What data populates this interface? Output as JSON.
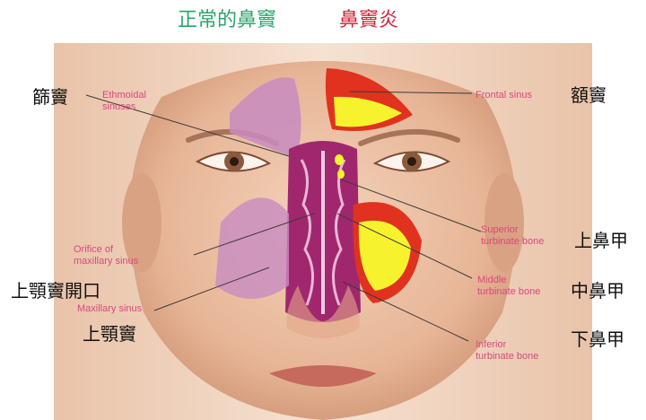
{
  "title": {
    "normal": "正常的鼻竇",
    "sinusitis": "鼻竇炎"
  },
  "labels_cn": {
    "ethmoid": "篩竇",
    "frontal": "額竇",
    "superior_turbinate": "上鼻甲",
    "middle_turbinate": "中鼻甲",
    "inferior_turbinate": "下鼻甲",
    "maxillary_orifice": "上顎竇開口",
    "maxillary": "上顎竇"
  },
  "labels_en": {
    "ethmoidal_1": "Ethmoidal",
    "ethmoidal_2": "sinuses",
    "frontal": "Frontal sinus",
    "superior_1": "Superior",
    "superior_2": "turbinate bone",
    "orifice_1": "Orifice of",
    "orifice_2": "maxillary sinus",
    "middle_1": "Middle",
    "middle_2": "turbinate bone",
    "maxillary": "Maxillary sinus",
    "inferior_1": "Inferior",
    "inferior_2": "turbinate bone"
  },
  "colors": {
    "normal_title": "#2aa56b",
    "sinusitis_title": "#d2233b",
    "normal_sinus": "#c88bc0",
    "inflamed_outer": "#e0321e",
    "inflamed_inner": "#f7f22e",
    "nasal_tissue": "#a0276e",
    "english_label": "#d9487e"
  }
}
